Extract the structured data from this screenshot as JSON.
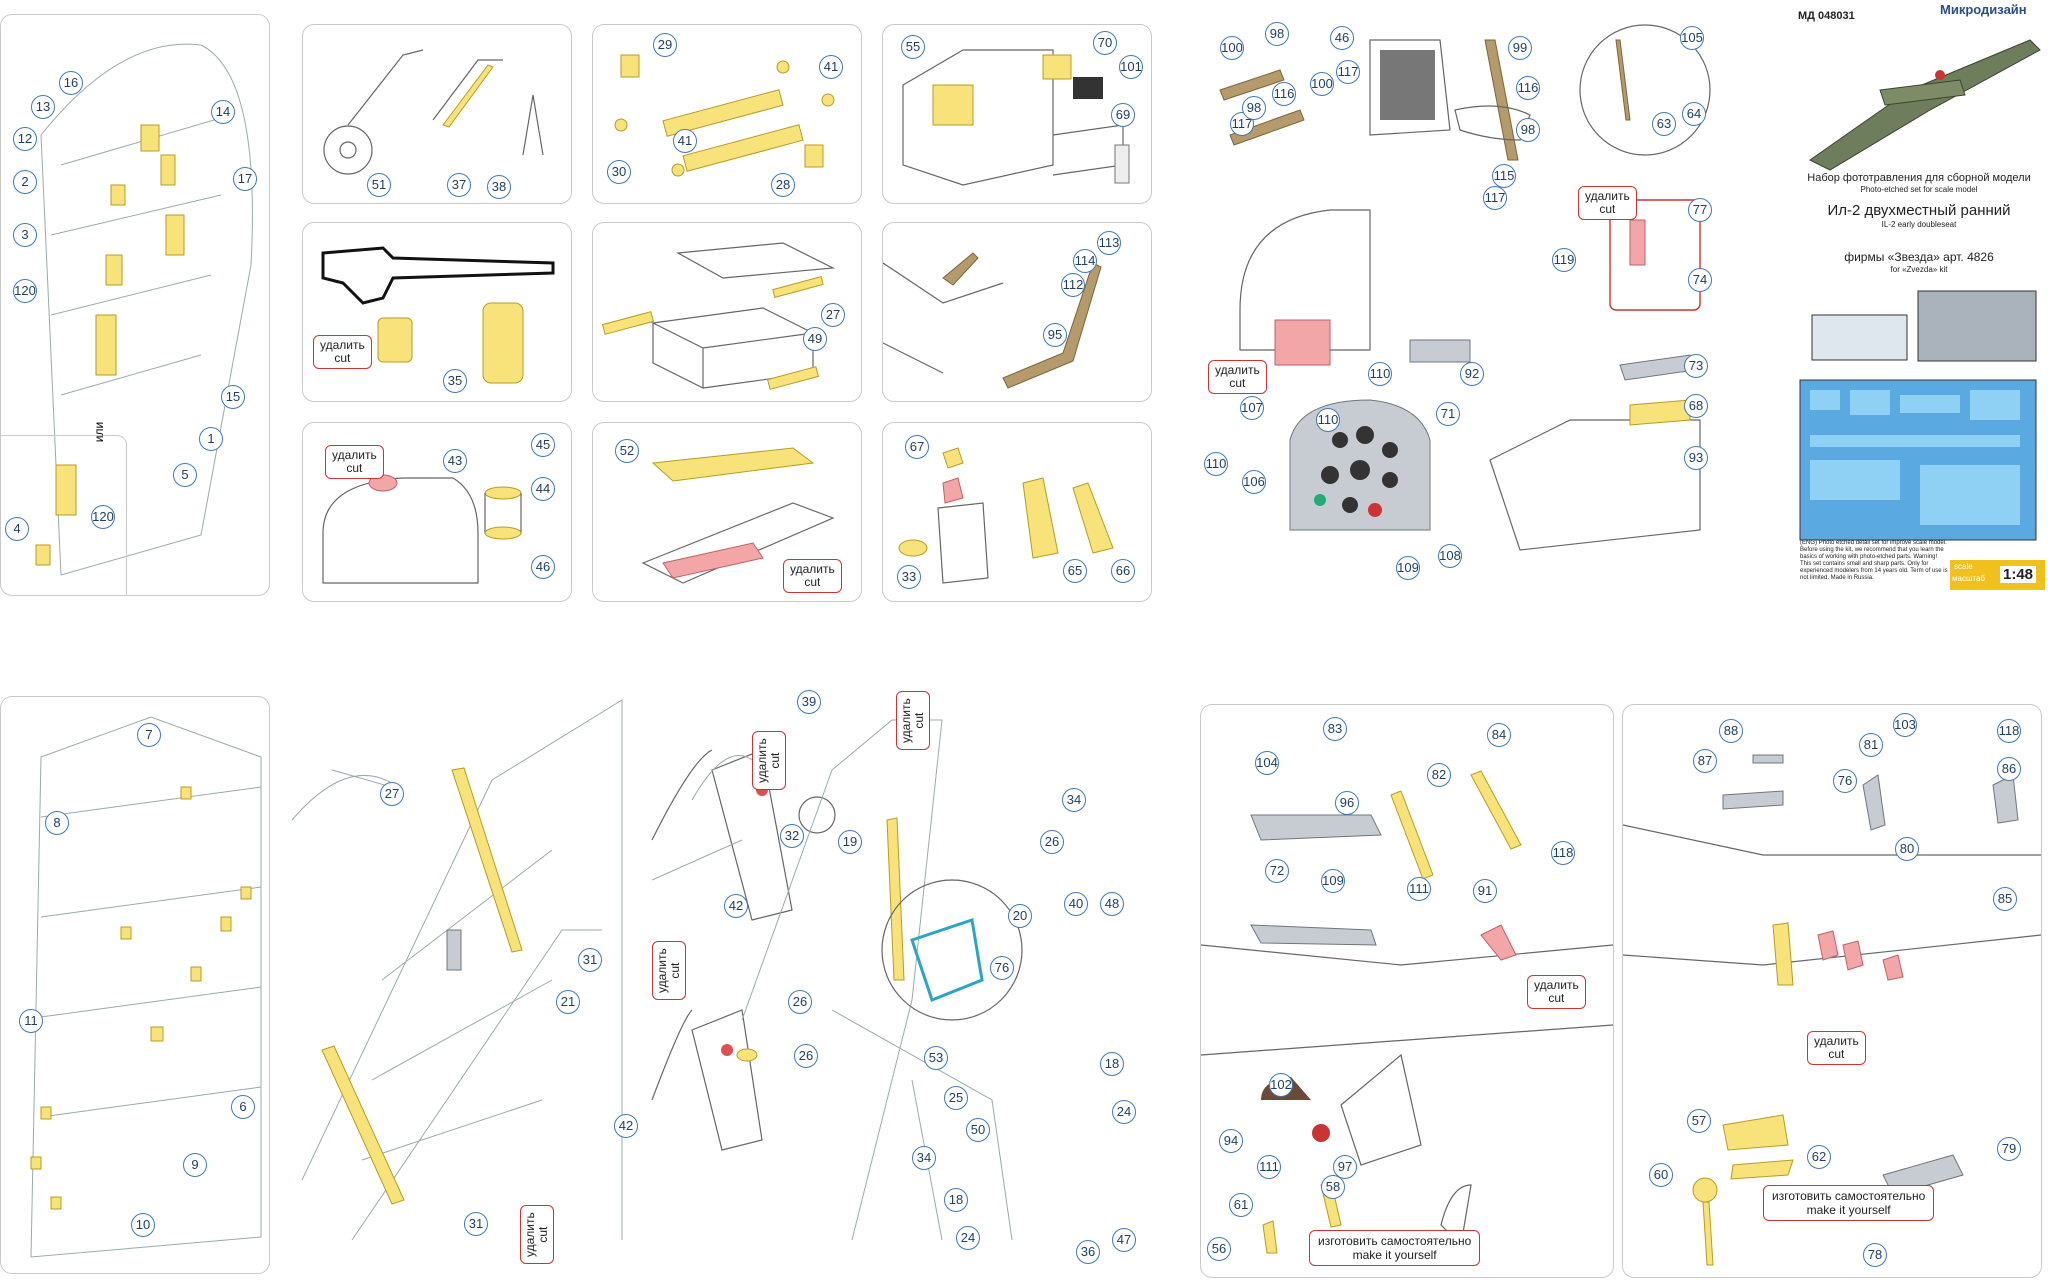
{
  "header": {
    "code": "МД 048031",
    "brand": "Микродизайн",
    "title_ru": "Набор фототравления для сборной модели",
    "title_en": "Photo-etched set for scale model",
    "model_ru": "Ил-2 двухместный ранний",
    "model_en": "IL-2 early doubleseat",
    "kit_ru": "фирмы «Звезда» арт. 4826",
    "kit_en": "for «Zvezda» kit",
    "scale_label_en": "scale",
    "scale_label_ru": "масштаб",
    "scale_value": "1:48",
    "notice": "(ENG) Photo etched detail set for improve scale model. Before using the kit, we recommend that you learn the basics of working with photo-etched parts. Warning! This set contains small and sharp parts. Only for experienced modelers from 14 years old. Term of use is not limited. Made in Russia.",
    "sheet_caption": "МД 048031"
  },
  "labels": {
    "cut": "удалить\ncut",
    "ili": "или",
    "make_ru": "изготовить самостоятельно",
    "make_en": "make it yourself"
  },
  "callouts": {
    "p1": [
      "16",
      "13",
      "12",
      "2",
      "3",
      "120",
      "4",
      "14",
      "17",
      "15",
      "1",
      "5",
      "120"
    ],
    "p2": [
      "51",
      "37",
      "38"
    ],
    "p3": [
      "29",
      "41",
      "30",
      "41",
      "28"
    ],
    "p4": [
      "55",
      "70",
      "101",
      "69"
    ],
    "p5": [
      "35"
    ],
    "p6": [
      "27",
      "49"
    ],
    "p7": [
      "113",
      "114",
      "112",
      "95"
    ],
    "p8": [
      "45",
      "43",
      "44",
      "46"
    ],
    "p9": [
      "52"
    ],
    "p10": [
      "67",
      "33",
      "65",
      "66"
    ],
    "p11": [
      "100",
      "98",
      "46",
      "117",
      "116",
      "98",
      "100",
      "117",
      "99",
      "116",
      "98",
      "117",
      "115",
      "105",
      "63",
      "64",
      "77",
      "74",
      "119",
      "92",
      "110",
      "107",
      "110",
      "110",
      "106",
      "71",
      "109",
      "108",
      "73",
      "68",
      "93"
    ],
    "p12": [
      "7",
      "8",
      "11",
      "6",
      "9",
      "10"
    ],
    "p13": [
      "27",
      "31",
      "21",
      "42",
      "42",
      "31",
      "39",
      "32",
      "19",
      "26",
      "34",
      "26",
      "20",
      "40",
      "48",
      "76",
      "53",
      "25",
      "50",
      "26",
      "34",
      "18",
      "24",
      "18",
      "24",
      "36",
      "47"
    ],
    "p14": [
      "83",
      "84",
      "104",
      "96",
      "82",
      "118",
      "72",
      "109",
      "111",
      "91",
      "102",
      "94",
      "97",
      "111",
      "58",
      "61",
      "56"
    ],
    "p15": [
      "88",
      "87",
      "103",
      "81",
      "118",
      "86",
      "76",
      "80",
      "85",
      "57",
      "62",
      "60",
      "79",
      "78"
    ]
  }
}
